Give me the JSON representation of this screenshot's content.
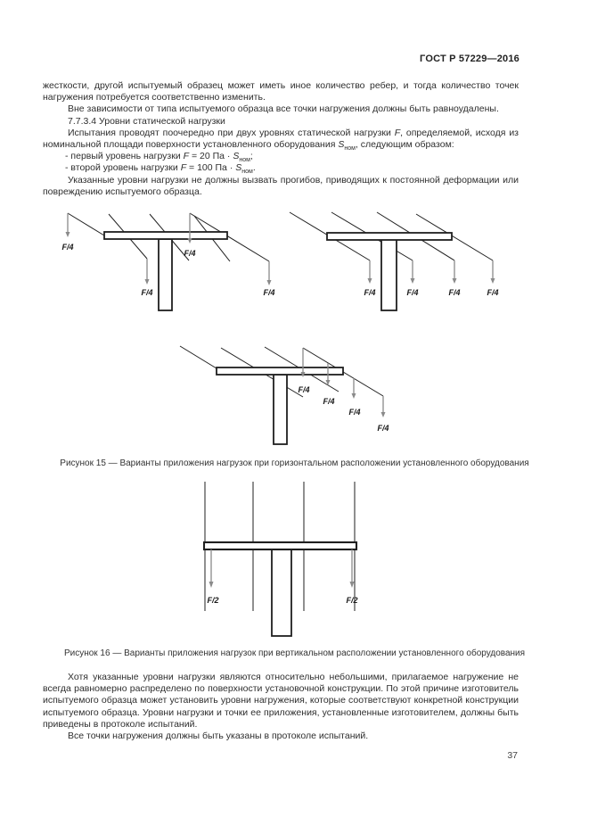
{
  "header": {
    "title": "ГОСТ Р 57229—2016"
  },
  "body": {
    "p1": "жесткости, другой испытуемый образец может иметь иное количество ребер, и тогда количество точек нагружения потребуется соответственно изменить.",
    "p2": "Вне зависимости от типа испытуемого образца все точки нагружения должны быть равноудалены.",
    "p3": "7.7.3.4 Уровни статической нагрузки",
    "p4": {
      "seg1": "Испытания проводят поочередно при двух уровнях статической нагрузки ",
      "var_f": "F",
      "seg2": ", определяемой, исходя из номинальной площади поверхности установленного оборудования ",
      "var_s": "S",
      "sub": "ном",
      "seg3": ", следующим образом:"
    },
    "list": {
      "item1": {
        "pre": "- первый уровень нагрузки ",
        "var_f": "F",
        "mid": " = 20 Па · ",
        "var_s": "S",
        "sub": "ном",
        "post": ";"
      },
      "item2": {
        "pre": "- второй уровень нагрузки ",
        "var_f": "F",
        "mid": " = 100 Па · ",
        "var_s": "S",
        "sub": "ном",
        "post": "."
      }
    },
    "p5": "Указанные уровни нагрузки не должны вызвать прогибов, приводящих к постоянной деформации или повреждению испытуемого образца.",
    "p6": "Хотя указанные уровни нагрузки являются относительно небольшими, прилагаемое нагружение не всегда равномерно распределено по поверхности установочной конструкции. По этой причине изготовитель испытуемого образца может установить уровни нагружения, которые соответствуют конкретной конструкции испытуемого образца. Уровни нагрузки и точки ее приложения, установленные изготовителем, должны быть приведены в протоколе испытаний.",
    "p7": "Все точки нагружения должны быть указаны в протоколе испытаний."
  },
  "figures": {
    "fig15": {
      "caption": "Рисунок 15 — Варианты приложения нагрузок при горизонтальном расположении установленного оборудования",
      "load_label": "F/4"
    },
    "fig16": {
      "caption": "Рисунок 16 — Варианты приложения нагрузок при вертикальном расположении установленного оборудования",
      "load_label": "F/2"
    }
  },
  "footer": {
    "page_number": "37"
  },
  "colors": {
    "text": "#2e2e2e",
    "line": "#1f1f1f",
    "arrow": "#8a8a8a",
    "background": "#ffffff"
  }
}
